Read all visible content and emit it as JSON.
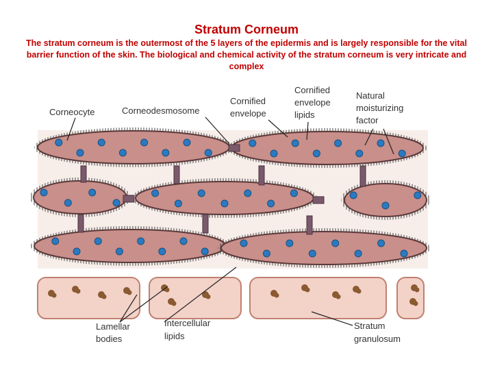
{
  "title": "Stratum Corneum",
  "description": "The stratum corneum is the outermost of the 5 layers of the epidermis and is largely responsible for the vital barrier function of the skin. The biological and chemical activity of the stratum corneum is very intricate and complex",
  "labels": {
    "corneocyte": "Corneocyte",
    "corneodesmosome": "Corneodesmosome",
    "cornified_envelope": [
      "Cornified",
      "envelope"
    ],
    "cornified_envelope_lipids": [
      "Cornified",
      "envelope",
      "lipids"
    ],
    "natural_moisturizing_factor": [
      "Natural",
      "moisturizing",
      "factor"
    ],
    "lamellar_bodies": [
      "Lamellar",
      "bodies"
    ],
    "intercellular_lipids": [
      "Intercellular",
      "lipids"
    ],
    "stratum_granulosum": [
      "Stratum",
      "granulosum"
    ]
  },
  "colors": {
    "cell_fill": "#c98f8a",
    "cell_outline": "#5a3a3a",
    "nucleus": "#2b7ac0",
    "desmosome": "#7a5a6a",
    "lamellar_body": "#8a5a30",
    "granulosum_fill": "#f3d2c8",
    "title": "#c00000"
  }
}
